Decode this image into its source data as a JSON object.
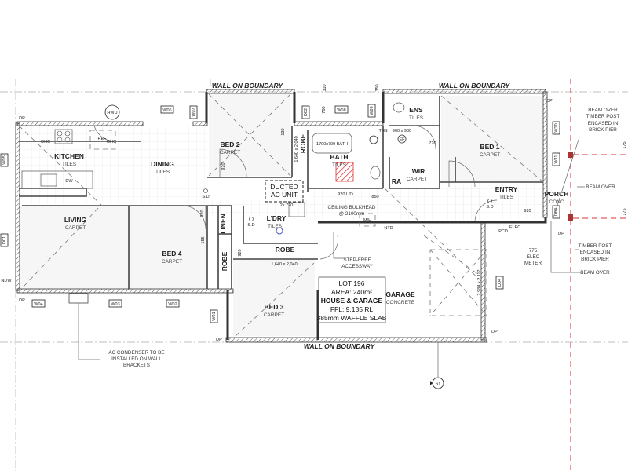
{
  "boundary_labels": {
    "top_left": "WALL ON BOUNDARY",
    "top_right": "WALL ON BOUNDARY",
    "bottom": "WALL ON BOUNDARY"
  },
  "rooms": {
    "kitchen": {
      "name": "KITCHEN",
      "finish": "TILES"
    },
    "dining": {
      "name": "DINING",
      "finish": "TILES"
    },
    "bed2": {
      "name": "BED 2",
      "finish": "CARPET"
    },
    "living": {
      "name": "LIVING",
      "finish": "CARPET"
    },
    "bed4": {
      "name": "BED 4",
      "finish": "CARPET"
    },
    "bed3": {
      "name": "BED 3",
      "finish": "CARPET"
    },
    "laundry": {
      "name": "L'DRY",
      "finish": "TILES"
    },
    "bath": {
      "name": "BATH",
      "finish": "TILES"
    },
    "ens": {
      "name": "ENS",
      "finish": "TILES"
    },
    "bed1": {
      "name": "BED 1",
      "finish": "CARPET"
    },
    "wir": {
      "name": "WIR",
      "finish": "CARPET"
    },
    "entry": {
      "name": "ENTRY",
      "finish": "TILES"
    },
    "porch": {
      "name": "PORCH",
      "finish": "CONC"
    },
    "garage": {
      "name": "GARAGE",
      "finish": "CONCRETE"
    },
    "linen": "LINEN",
    "robe_bed2": "ROBE",
    "robe_bed4": "ROBE",
    "robe_bed3": "ROBE",
    "ra": "RA"
  },
  "fixtures": {
    "ref": "REF",
    "ohc1": "OHC",
    "ohc2": "OHC",
    "dw": "DW",
    "hwu": "HWU",
    "ducted_ac": [
      "DUCTED",
      "AC UNIT"
    ],
    "mh": "M/H",
    "ntd": "NTD",
    "sd": "S.D",
    "ef": "EF",
    "ths": "THS",
    "bath_size": "1700x700 BATH",
    "shower1": "900 x 900",
    "pcd": "PCD",
    "elec": "ELEC"
  },
  "openings": {
    "w01": "W01",
    "w02": "W02",
    "w03": "W03",
    "w04": "W04",
    "w05": "W05",
    "w06": "W06",
    "w07": "W07",
    "w08": "W08",
    "w09": "W09",
    "w10": "W10",
    "w11": "W11",
    "d01": "D01",
    "d02": "D02",
    "d03": "D03",
    "d04": "D04"
  },
  "dimensions": {
    "d920": "920",
    "d720": "720",
    "d850": "850",
    "d920lo": "920 L/O",
    "d130": "130",
    "d155": "155",
    "d775": "775",
    "d175": "175",
    "d310": "310",
    "d350": "350",
    "d780": "780",
    "robe_size": "1,640 x 2,040",
    "garage_door": "2,984 x 2,117",
    "d2x720": "2x 720"
  },
  "notes": {
    "dp": "DP",
    "ndw": "NDW",
    "beam_over_top": [
      "BEAM OVER",
      "TIMBER POST",
      "ENCASED IN",
      "BRICK PIER"
    ],
    "beam_over_mid": "BEAM OVER",
    "timber_post_bottom": [
      "TIMBER POST",
      "ENCASED IN",
      "BRICK PIER"
    ],
    "beam_over_bottom": "BEAM OVER",
    "elec_meter": [
      "775",
      "ELEC",
      "METER"
    ],
    "ac_condenser": [
      "AC CONDENSER TO BE",
      "INSTALLED ON WALL",
      "BRACKETS"
    ],
    "step_free": [
      "STEP-FREE",
      "ACCESSWAY"
    ],
    "ceiling_bulkhead": [
      "CEILING BULKHEAD",
      "@ 2100mm"
    ],
    "section_marker": "S1"
  },
  "lot_info": {
    "lot": "LOT 196",
    "area": "AREA: 240m²",
    "type": "HOUSE & GARAGE",
    "ffl": "FFL: 9.135 RL",
    "slab": "385mm WAFFLE SLAB"
  },
  "colors": {
    "wall": "#333333",
    "setback_line": "#dd3333",
    "wet_area_hatch": "#dd3333",
    "exhaust_fan": "#3344cc"
  }
}
